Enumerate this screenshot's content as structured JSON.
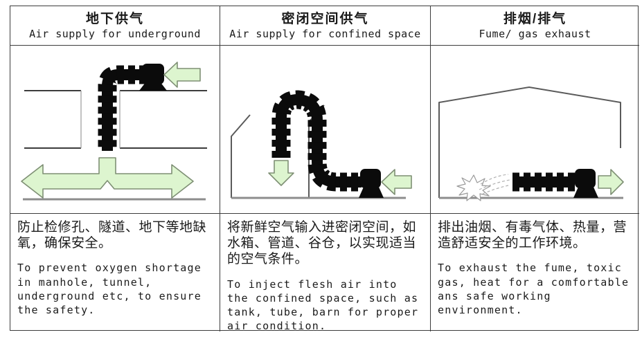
{
  "columns": [
    {
      "title_zh": "地下供气",
      "title_en": "Air supply for underground",
      "desc_zh": "防止检修孔、隧道、地下等地缺氧，确保安全。",
      "desc_en": "To prevent oxygen shortage in manhole, tunnel, underground etc, to ensure the safety."
    },
    {
      "title_zh": "密闭空间供气",
      "title_en": "Air supply for confined space",
      "desc_zh": "将新鲜空气输入进密闭空间，如水箱、管道、谷仓，以实现适当的空气条件。",
      "desc_en": "To inject flesh air into the confined space, such as tank, tube, barn for proper air condition."
    },
    {
      "title_zh": "排烟/排气",
      "title_en": "Fume/ gas exhaust",
      "desc_zh": "排出油烟、有毒气体、热量，营造舒适安全的工作环境。",
      "desc_en": "To exhaust the fume, toxic gas, heat for a comfortable ans safe working environment."
    }
  ],
  "colors": {
    "arrow_fill": "#ddf5cf",
    "arrow_stroke": "#7e8f74",
    "duct_black": "#0b0b0b",
    "structure_line": "#3c3c3c",
    "floor_gray": "#8c8c8c",
    "table_border": "#3c3c3c"
  },
  "icons": {
    "flexible_duct": "corrugated-black-hose",
    "fan_unit": "black-fan-silhouette",
    "airflow_arrow": "green-block-arrow",
    "smoke_source": "starburst-with-dashed-fumes"
  }
}
